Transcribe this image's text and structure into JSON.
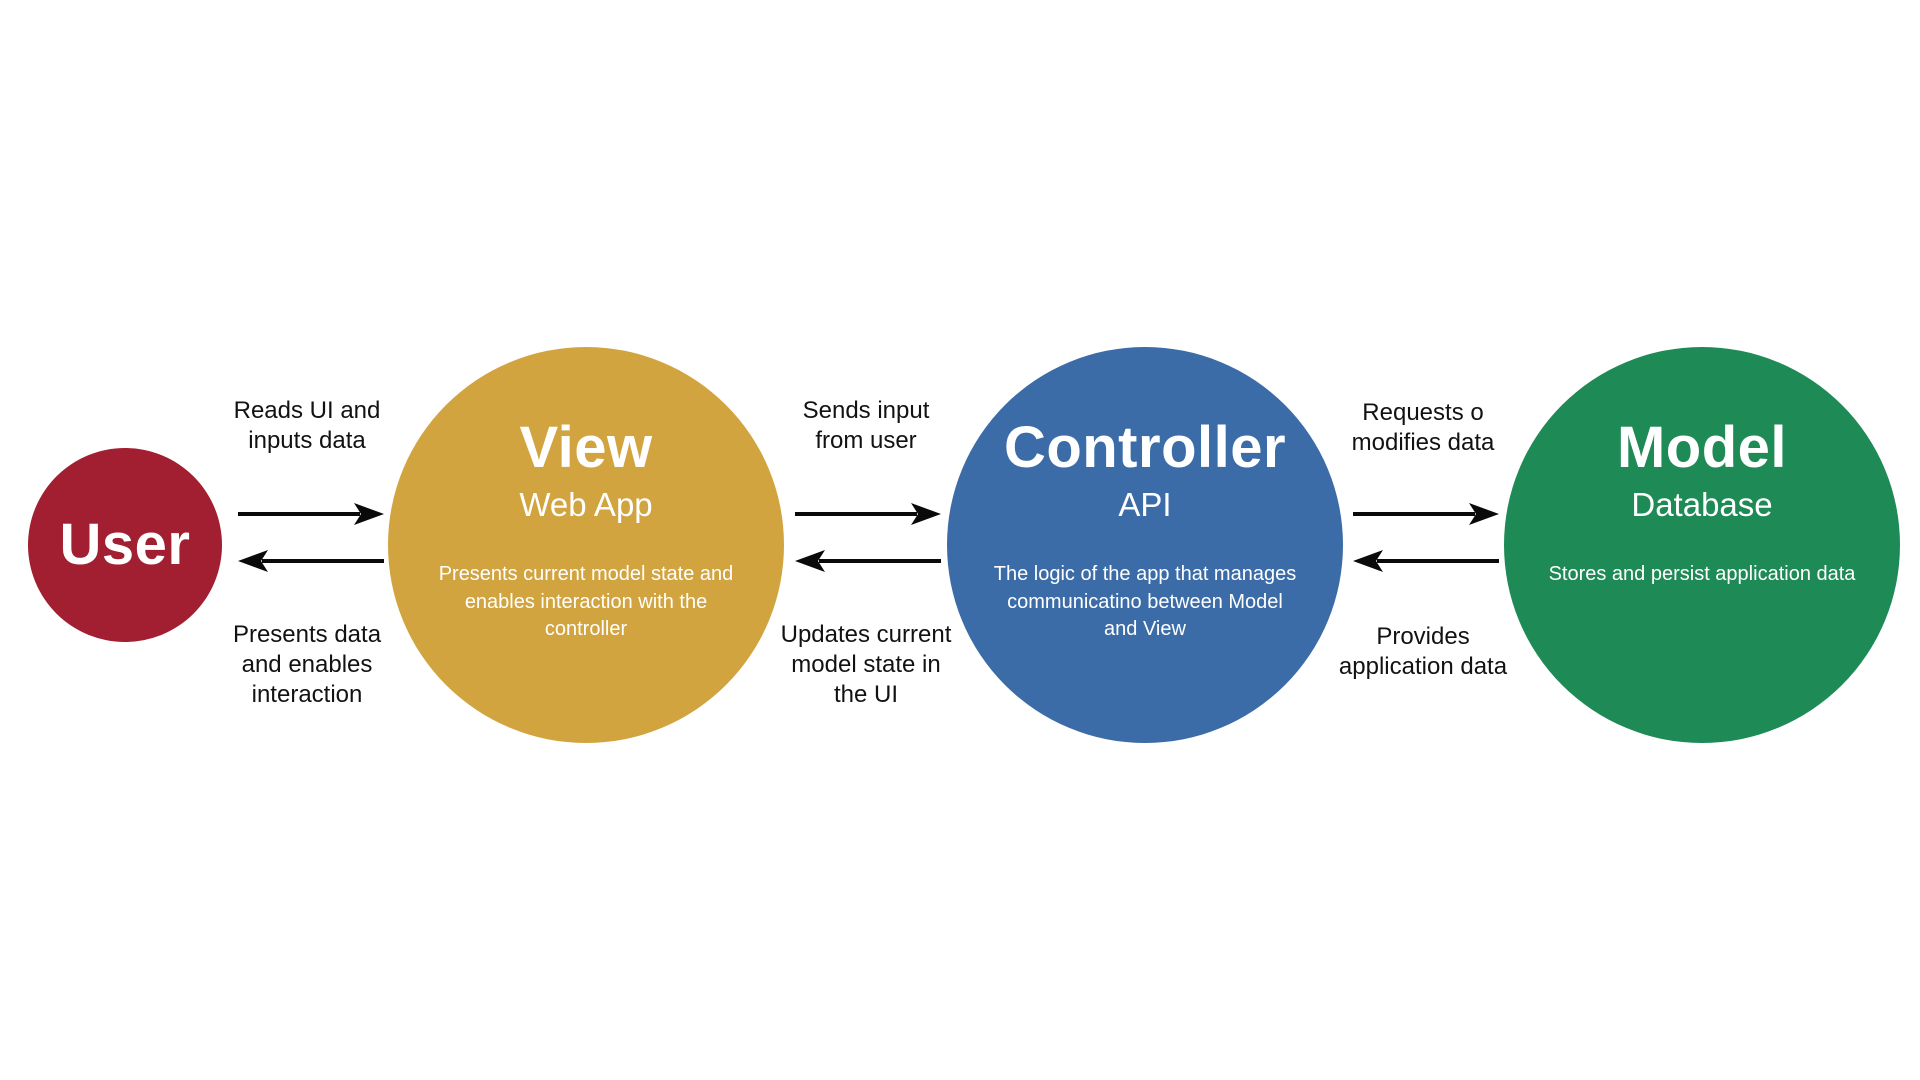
{
  "diagram": {
    "background_color": "#ffffff",
    "arrow_color": "#0a0a0a",
    "nodes": [
      {
        "id": "user",
        "title": "User",
        "subtitle": "",
        "description": "",
        "color": "#a21e31"
      },
      {
        "id": "view",
        "title": "View",
        "subtitle": "Web App",
        "description": "Presents current model state and enables interaction with the controller",
        "color": "#d2a43f"
      },
      {
        "id": "controller",
        "title": "Controller",
        "subtitle": "API",
        "description": "The logic of the app that manages communicatino between Model and View",
        "color": "#3b6ca7"
      },
      {
        "id": "model",
        "title": "Model",
        "subtitle": "Database",
        "description": "Stores and persist application data",
        "color": "#1e8a56"
      }
    ],
    "edges": [
      {
        "from": "user",
        "to": "view",
        "position": "top",
        "label": "Reads UI and inputs data"
      },
      {
        "from": "view",
        "to": "user",
        "position": "bottom",
        "label": "Presents data and enables interaction"
      },
      {
        "from": "view",
        "to": "controller",
        "position": "top",
        "label": "Sends input from user"
      },
      {
        "from": "controller",
        "to": "view",
        "position": "bottom",
        "label": "Updates current model state in the UI"
      },
      {
        "from": "controller",
        "to": "model",
        "position": "top",
        "label": "Requests o modifies data"
      },
      {
        "from": "model",
        "to": "controller",
        "position": "bottom",
        "label": "Provides application data"
      }
    ]
  }
}
